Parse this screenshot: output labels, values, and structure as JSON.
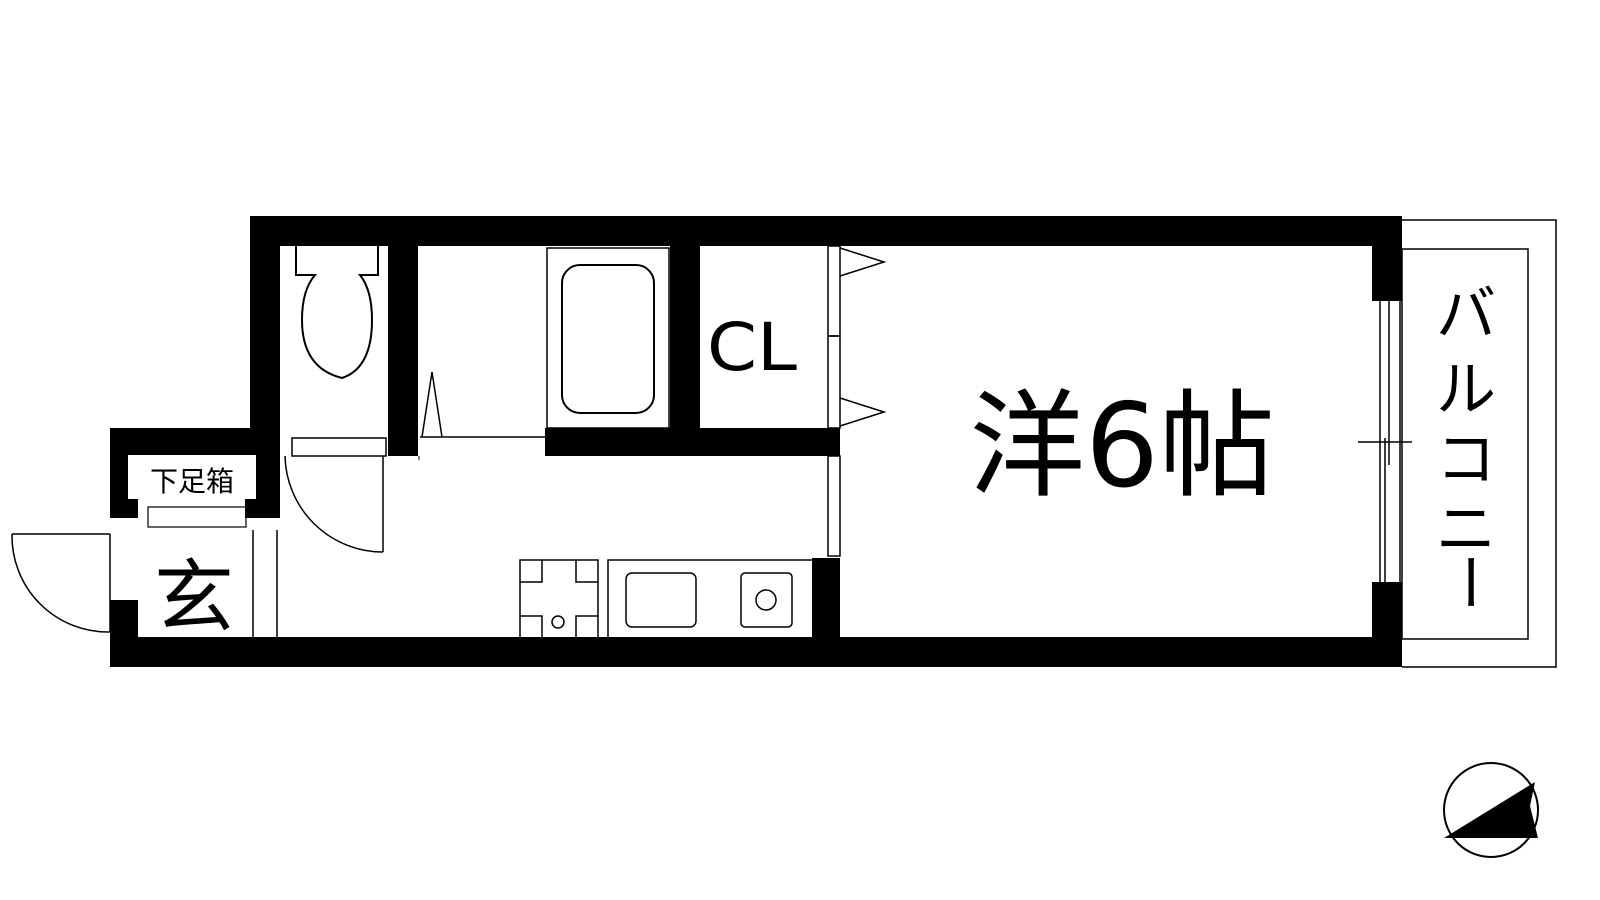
{
  "floor_plan": {
    "rooms": {
      "western_room": {
        "label": "洋6帖"
      },
      "closet": {
        "label": "CL"
      },
      "balcony": {
        "label": "バルコニー",
        "chars": [
          "バ",
          "ル",
          "コ",
          "ニ",
          "ー"
        ]
      },
      "entrance": {
        "label": "玄"
      },
      "shoe_box": {
        "label": "下足箱"
      }
    },
    "colors": {
      "wall": "#000000",
      "background": "#ffffff"
    },
    "compass": {
      "icon": "north-arrow-icon"
    }
  }
}
